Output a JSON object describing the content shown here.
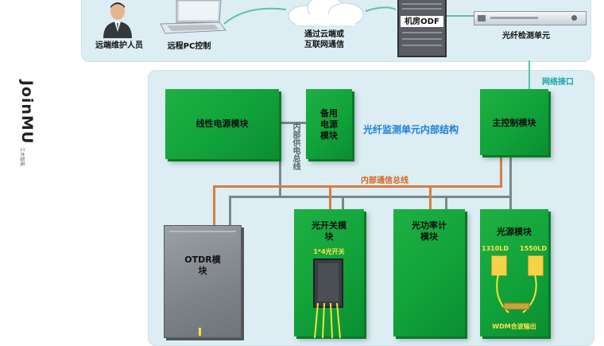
{
  "top": {
    "person_label": "远端维护人员",
    "pc_label": "远程PC控制",
    "cloud_label_line1": "通过云端或",
    "cloud_label_line2": "互联网通信",
    "odf_label": "机房ODF",
    "unit_label": "光纤检测单元",
    "network_port_label": "网络接口"
  },
  "brand": {
    "logo_text": "JoinMU",
    "sub_text": "江木智能"
  },
  "diagram": {
    "title": "光纤监测单元内部结构",
    "linear_power": "线性电源模块",
    "backup_power_l1": "备用",
    "backup_power_l2": "电源",
    "backup_power_l3": "模块",
    "power_bus_label": "内部供电总线",
    "main_control": "主控制模块",
    "comm_bus_label": "内部通信总线",
    "otdr_l1": "OTDR模",
    "otdr_l2": "块",
    "switch_l1": "光开关模",
    "switch_l2": "块",
    "switch_sub": "1*4光开关",
    "power_meter_l1": "光功率计",
    "power_meter_l2": "模块",
    "light_source": "光源模块",
    "ld1310": "1310LD",
    "ld1550": "1550LD",
    "wdm_label": "WDM合波输出"
  },
  "colors": {
    "module_green": "#11a23a",
    "title_blue": "#1d7fd6",
    "bus_orange": "#d97d3e",
    "bus_gray": "#7c878a",
    "network_cyan": "#16a6a5"
  }
}
